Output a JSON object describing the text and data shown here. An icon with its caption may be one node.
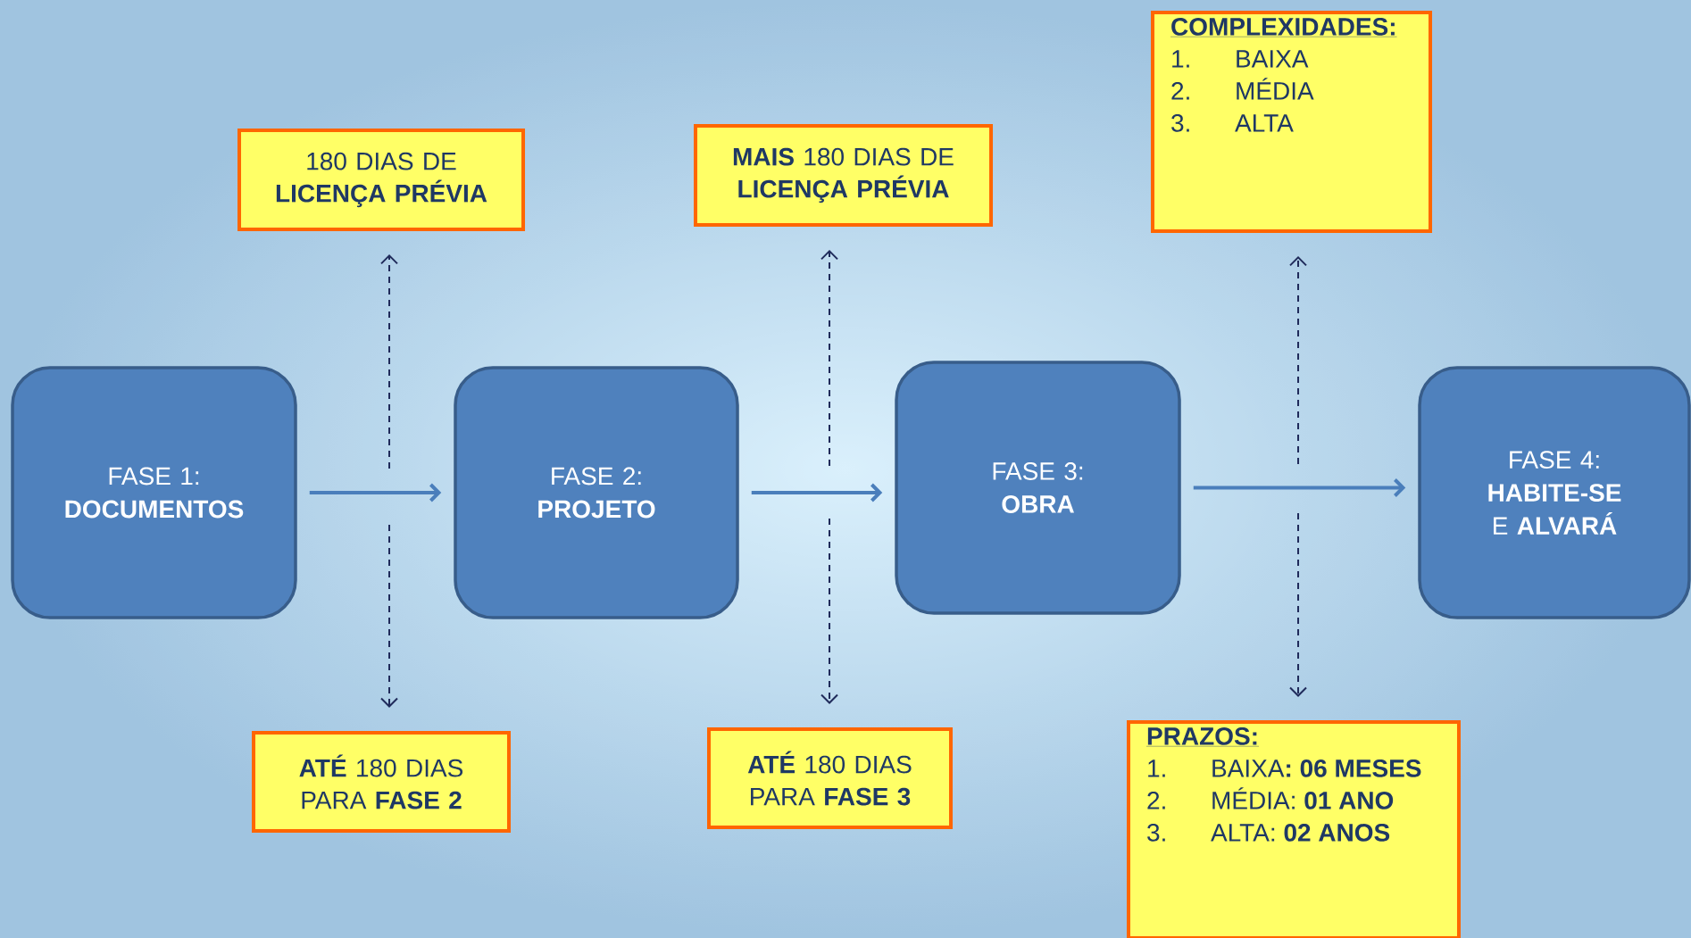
{
  "diagram": {
    "nodes": [
      {
        "text": [
          "FASE 1:",
          "DOCUMENTOS"
        ]
      },
      {
        "text": [
          "FASE 2:",
          "PROJETO"
        ]
      },
      {
        "text": [
          "FASE 3:",
          "OBRA"
        ]
      },
      {
        "text": [
          "FASE 4:",
          "**HABITE-SE** E **ALVARÁ**"
        ]
      },
      {
        "text": [
          "180 DIAS DE **LICENÇA PRÉVIA**"
        ]
      },
      {
        "text": [
          "**MAIS** 180 DIAS DE **LICENÇA PRÉVIA**"
        ]
      },
      {
        "text": [
          "COMPLEXIDADES:",
          "1.",
          "BAIXA",
          "2.",
          "MÉDIA",
          "3.",
          "ALTA"
        ]
      },
      {
        "text": [
          "**ATÉ** 180 DIAS PARA **FASE 2**"
        ]
      },
      {
        "text": [
          "**ATÉ** 180 DIAS PARA **FASE 3**"
        ]
      },
      {
        "text": [
          "PRAZOS:",
          "1.",
          "BAIXA**: 06 MESES**",
          "2.",
          "MÉDIA: **01 ANO**",
          "3.",
          "ALTA: **02 ANOS**"
        ]
      }
    ],
    "edges": [
      {
        "from": 0,
        "to": 1,
        "arrow": "to",
        "color": "#4a7ebb"
      },
      {
        "from": 1,
        "to": 2,
        "arrow": "to",
        "color": "#4a7ebb"
      },
      {
        "from": 2,
        "to": 3,
        "arrow": "to",
        "color": "#4a7ebb"
      },
      {
        "from": null,
        "to": 4,
        "arrow": "to",
        "style": "dashed"
      },
      {
        "from": null,
        "to": 7,
        "arrow": "to",
        "style": "dashed"
      },
      {
        "from": null,
        "to": 5,
        "arrow": "to",
        "style": "dashed"
      },
      {
        "from": null,
        "to": 8,
        "arrow": "to",
        "style": "dashed"
      },
      {
        "from": null,
        "to": 6,
        "arrow": "to",
        "style": "dashed"
      },
      {
        "from": null,
        "to": 9,
        "arrow": "to",
        "style": "dashed"
      }
    ]
  }
}
